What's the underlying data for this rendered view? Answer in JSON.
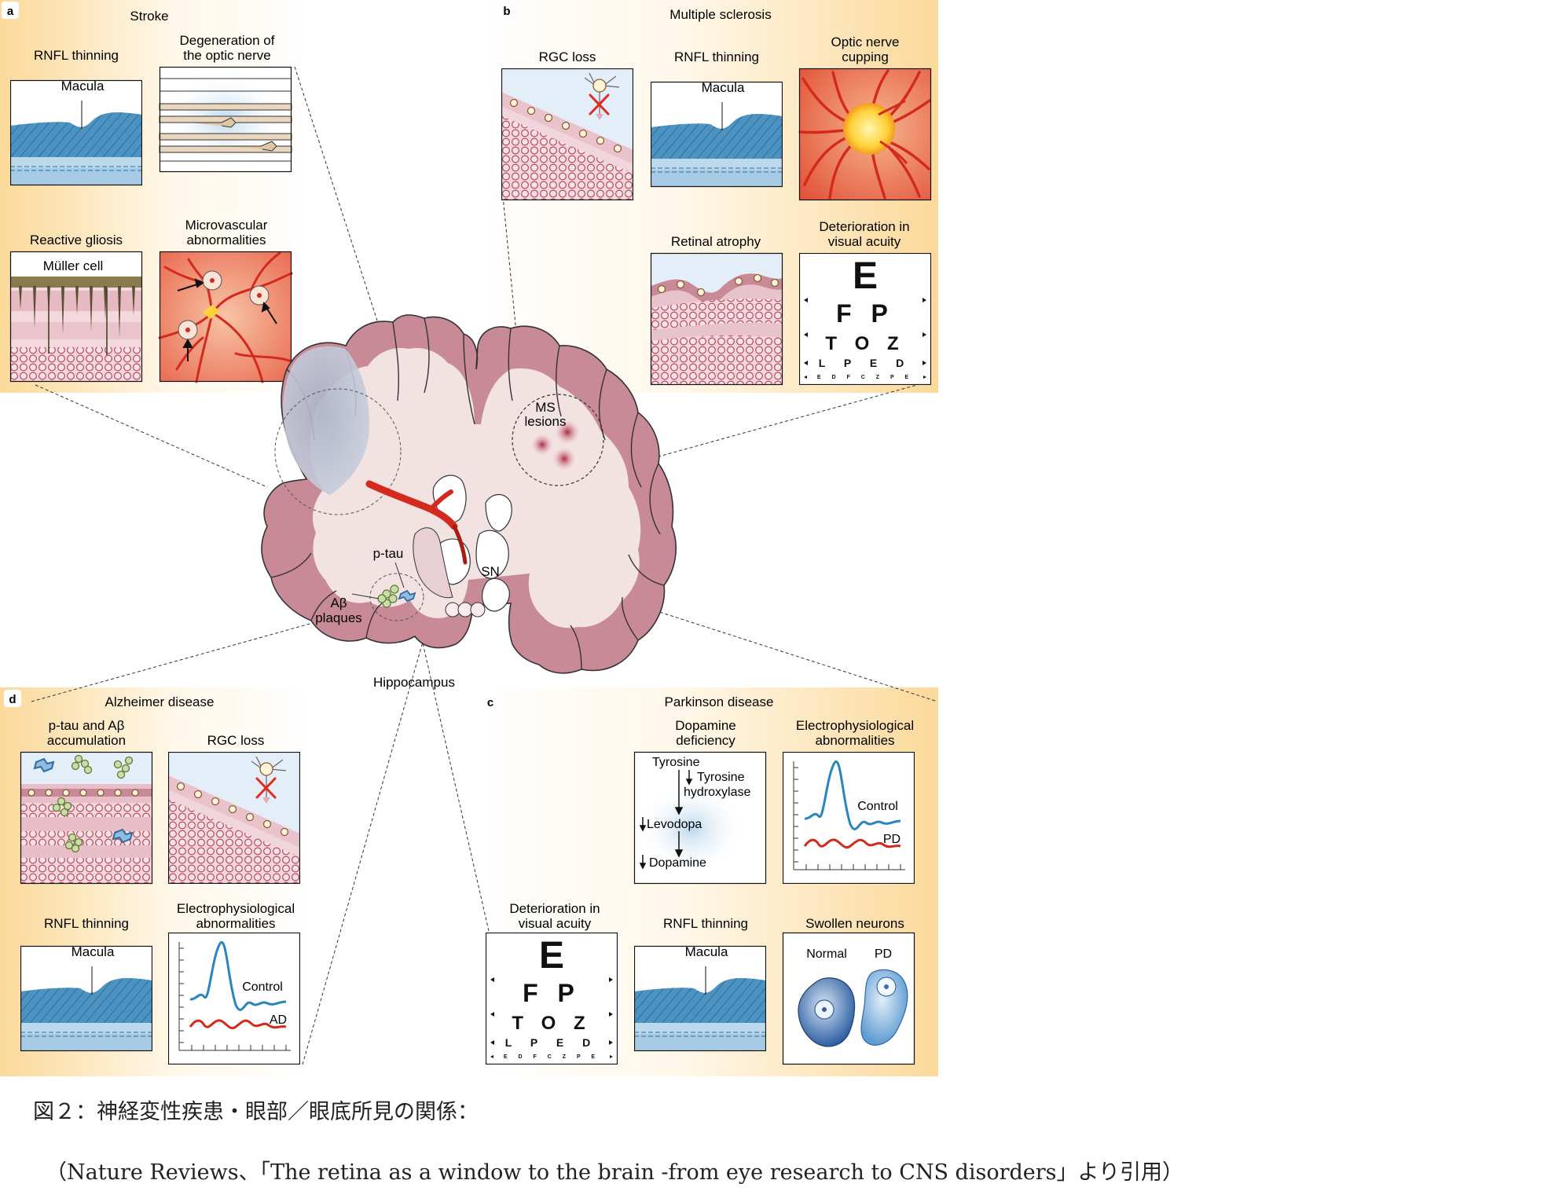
{
  "colors": {
    "panel_gradient_edge": "#fbd99a",
    "rnfl_blue": "#4d93c2",
    "vessel_red": "#d42a1e",
    "brain_pink": "#c98a97",
    "brain_inner": "#f3e2e2",
    "lesion": "#b2394f",
    "control_trace": "#2786c0",
    "disease_trace": "#d42a1e"
  },
  "panels": {
    "a": {
      "letter": "a",
      "title": "Stroke",
      "tiles": {
        "rnfl": {
          "label": "RNFL thinning",
          "inner": "Macula"
        },
        "degeneration": {
          "label_line1": "Degeneration of",
          "label_line2": "the optic nerve"
        },
        "gliosis": {
          "label": "Reactive gliosis",
          "inner": "Müller cell"
        },
        "microvascular": {
          "label_line1": "Microvascular",
          "label_line2": "abnormalities"
        }
      }
    },
    "b": {
      "letter": "b",
      "title": "Multiple sclerosis",
      "tiles": {
        "rgc": {
          "label": "RGC loss"
        },
        "rnfl": {
          "label": "RNFL thinning",
          "inner": "Macula"
        },
        "cupping": {
          "label_line1": "Optic nerve",
          "label_line2": "cupping"
        },
        "atrophy": {
          "label": "Retinal atrophy"
        },
        "acuity": {
          "label_line1": "Deterioration in",
          "label_line2": "visual acuity"
        }
      }
    },
    "c": {
      "letter": "c",
      "title": "Parkinson disease",
      "tiles": {
        "dopamine": {
          "label_line1": "Dopamine",
          "label_line2": "deficiency",
          "tyrosine": "Tyrosine",
          "enzyme_line1": "Tyrosine",
          "enzyme_line2": "hydroxylase",
          "levodopa": "Levodopa",
          "dopamine": "Dopamine"
        },
        "electro": {
          "label_line1": "Electrophysiological",
          "label_line2": "abnormalities",
          "control": "Control",
          "disease": "PD"
        },
        "acuity": {
          "label_line1": "Deterioration in",
          "label_line2": "visual acuity"
        },
        "rnfl": {
          "label": "RNFL thinning",
          "inner": "Macula"
        },
        "swollen": {
          "label": "Swollen neurons",
          "normal": "Normal",
          "disease": "PD"
        }
      }
    },
    "d": {
      "letter": "d",
      "title": "Alzheimer disease",
      "tiles": {
        "accumulation": {
          "label_line1": "p-tau and Aβ",
          "label_line2": "accumulation"
        },
        "rgc": {
          "label": "RGC loss"
        },
        "rnfl": {
          "label": "RNFL thinning",
          "inner": "Macula"
        },
        "electro": {
          "label_line1": "Electrophysiological",
          "label_line2": "abnormalities",
          "control": "Control",
          "disease": "AD"
        }
      }
    }
  },
  "eye_chart": {
    "row1": "E",
    "row2": "F P",
    "row3": "T O Z",
    "row4": "L P E D",
    "row5": "E D F C Z P E"
  },
  "brain": {
    "ms_line1": "MS",
    "ms_line2": "lesions",
    "ptau": "p-tau",
    "abeta_line1": "Aβ",
    "abeta_line2": "plaques",
    "sn": "SN",
    "hippocampus": "Hippocampus"
  },
  "caption": {
    "line1": "図２：神経変性疾患・眼部／眼底所見の関係：",
    "line2": "（Nature Reviews、「The retina as a window to the brain -from eye research to CNS disorders」より引用）"
  }
}
